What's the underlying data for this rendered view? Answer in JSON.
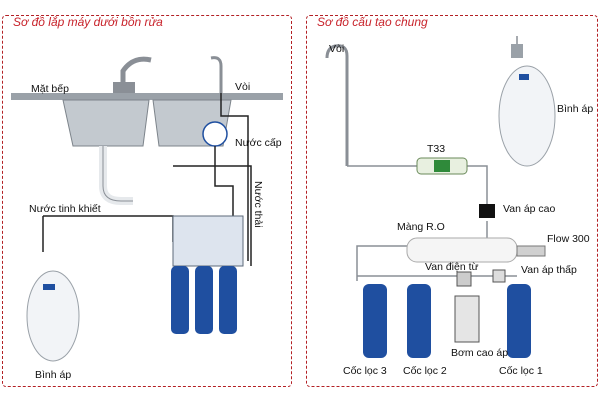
{
  "left": {
    "title": "Sơ đồ lắp máy dưới bồn rửa",
    "labels": {
      "counter": "Mặt bếp",
      "faucet": "Vòi",
      "feed_water": "Nước cấp",
      "waste_water": "Nước thải",
      "pure_water": "Nước tinh khiết",
      "tank": "Bình áp"
    }
  },
  "right": {
    "title": "Sơ đồ cấu tạo chung",
    "labels": {
      "faucet": "Vòi",
      "tank": "Bình áp",
      "t33": "T33",
      "high_pressure_valve": "Van áp cao",
      "ro_membrane": "Màng R.O",
      "flow": "Flow 300",
      "solenoid_valve": "Van điện từ",
      "low_pressure_valve": "Van áp thấp",
      "booster_pump": "Bơm cao áp",
      "filter_1": "Cốc lọc 1",
      "filter_2": "Cốc lọc 2",
      "filter_3": "Cốc lọc 3"
    }
  },
  "colors": {
    "accent_red": "#c8232b",
    "filter_blue": "#1f4fa0",
    "pipe_gray": "#8a8f96",
    "tank_white": "#f2f4f7",
    "sink_steel": "#b9c0c7"
  }
}
